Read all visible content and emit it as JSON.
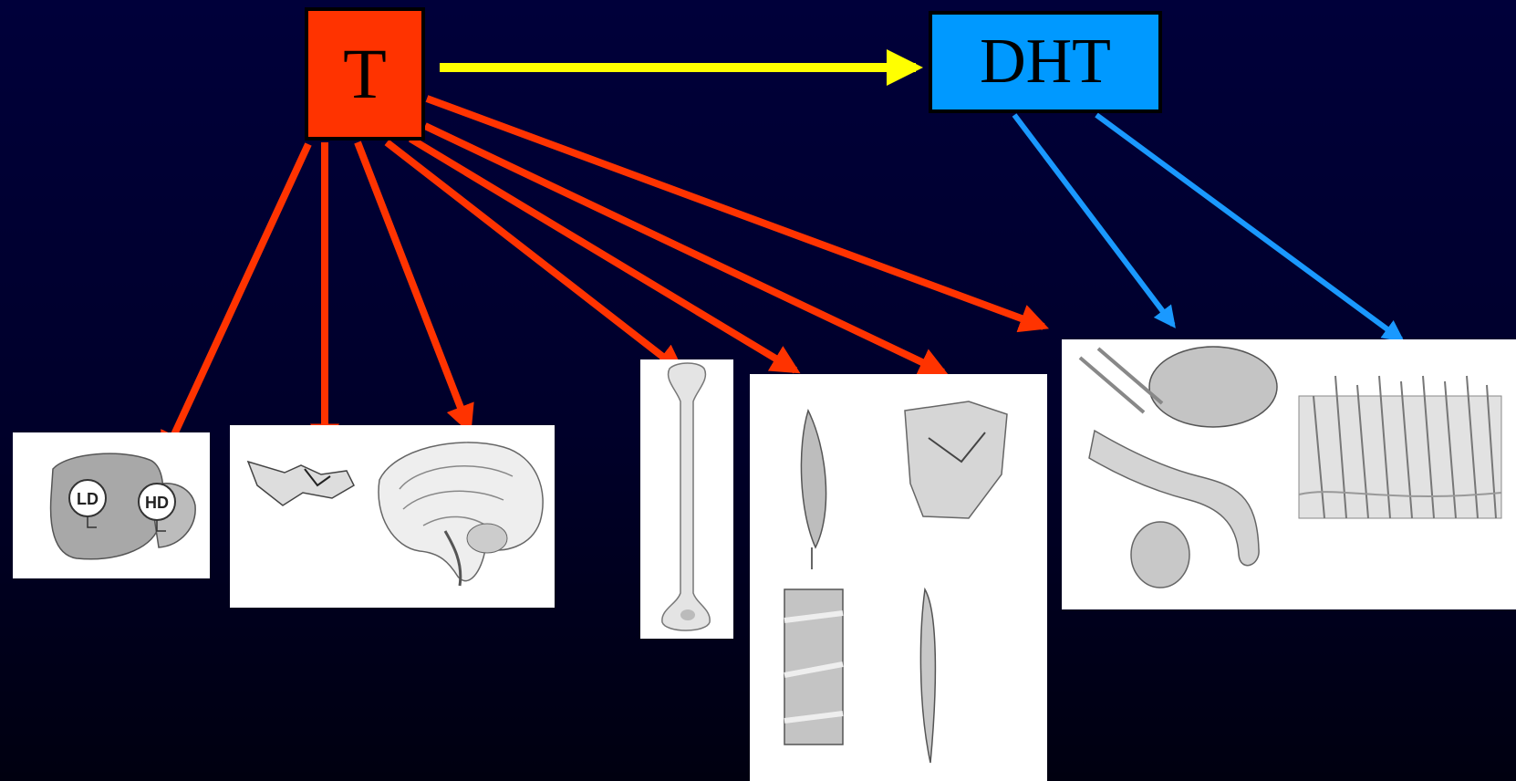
{
  "nodes": {
    "t": {
      "label": "T",
      "color": "#ff3300"
    },
    "dht": {
      "label": "DHT",
      "color": "#0099ff"
    }
  },
  "arrow_colors": {
    "conversion": "#ffff00",
    "testosterone": "#ff3300",
    "dht": "#1a99ff"
  },
  "liver_labels": {
    "ld": "LD",
    "hd": "HD"
  }
}
